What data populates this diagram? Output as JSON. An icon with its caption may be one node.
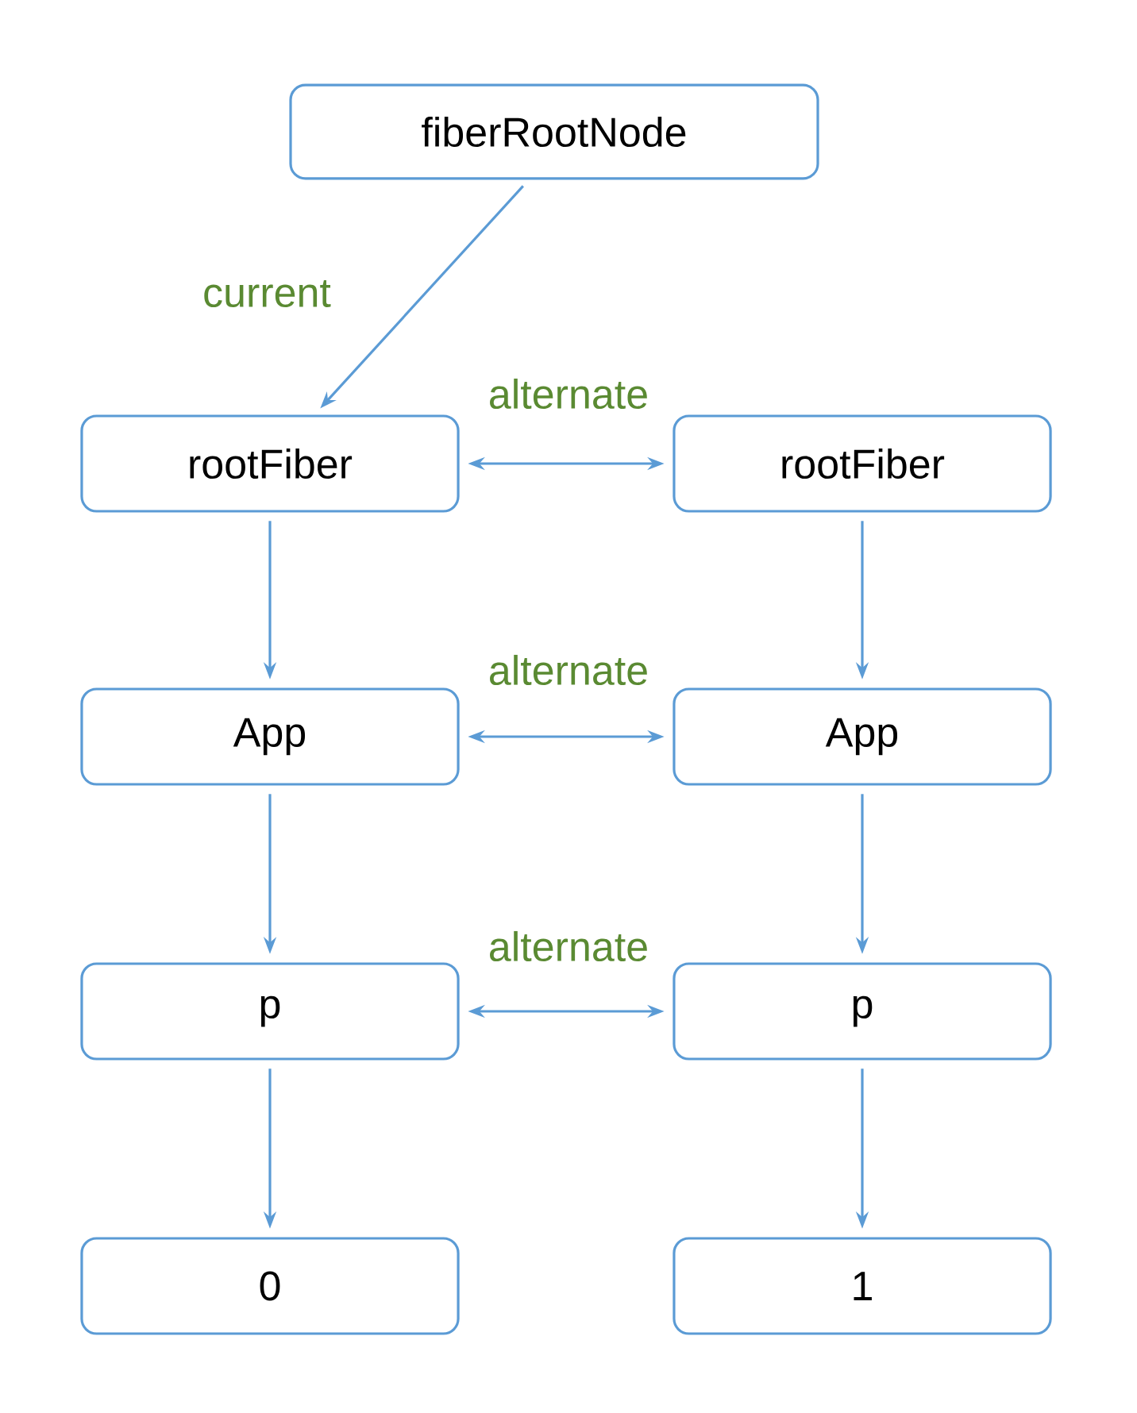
{
  "diagram": {
    "nodes": [
      {
        "text": [
          "fiberRootNode"
        ]
      },
      {
        "text": [
          "rootFiber"
        ]
      },
      {
        "text": [
          "rootFiber"
        ]
      },
      {
        "text": [
          "App"
        ]
      },
      {
        "text": [
          "App"
        ]
      },
      {
        "text": [
          "p"
        ]
      },
      {
        "text": [
          "p"
        ]
      },
      {
        "text": [
          "0"
        ]
      },
      {
        "text": [
          "1"
        ]
      }
    ],
    "edges": [
      {
        "from": 0,
        "to": 1,
        "arrow": "to",
        "label": "current"
      },
      {
        "from": 1,
        "to": 2,
        "arrow": "both",
        "label": "alternate"
      },
      {
        "from": 1,
        "to": 3,
        "arrow": "to"
      },
      {
        "from": 2,
        "to": 4,
        "arrow": "to"
      },
      {
        "from": 3,
        "to": 4,
        "arrow": "both",
        "label": "alternate"
      },
      {
        "from": 3,
        "to": 5,
        "arrow": "to"
      },
      {
        "from": 4,
        "to": 6,
        "arrow": "to"
      },
      {
        "from": 5,
        "to": 6,
        "arrow": "both",
        "label": "alternate"
      },
      {
        "from": 5,
        "to": 7,
        "arrow": "to"
      },
      {
        "from": 6,
        "to": 8,
        "arrow": "to"
      }
    ]
  }
}
